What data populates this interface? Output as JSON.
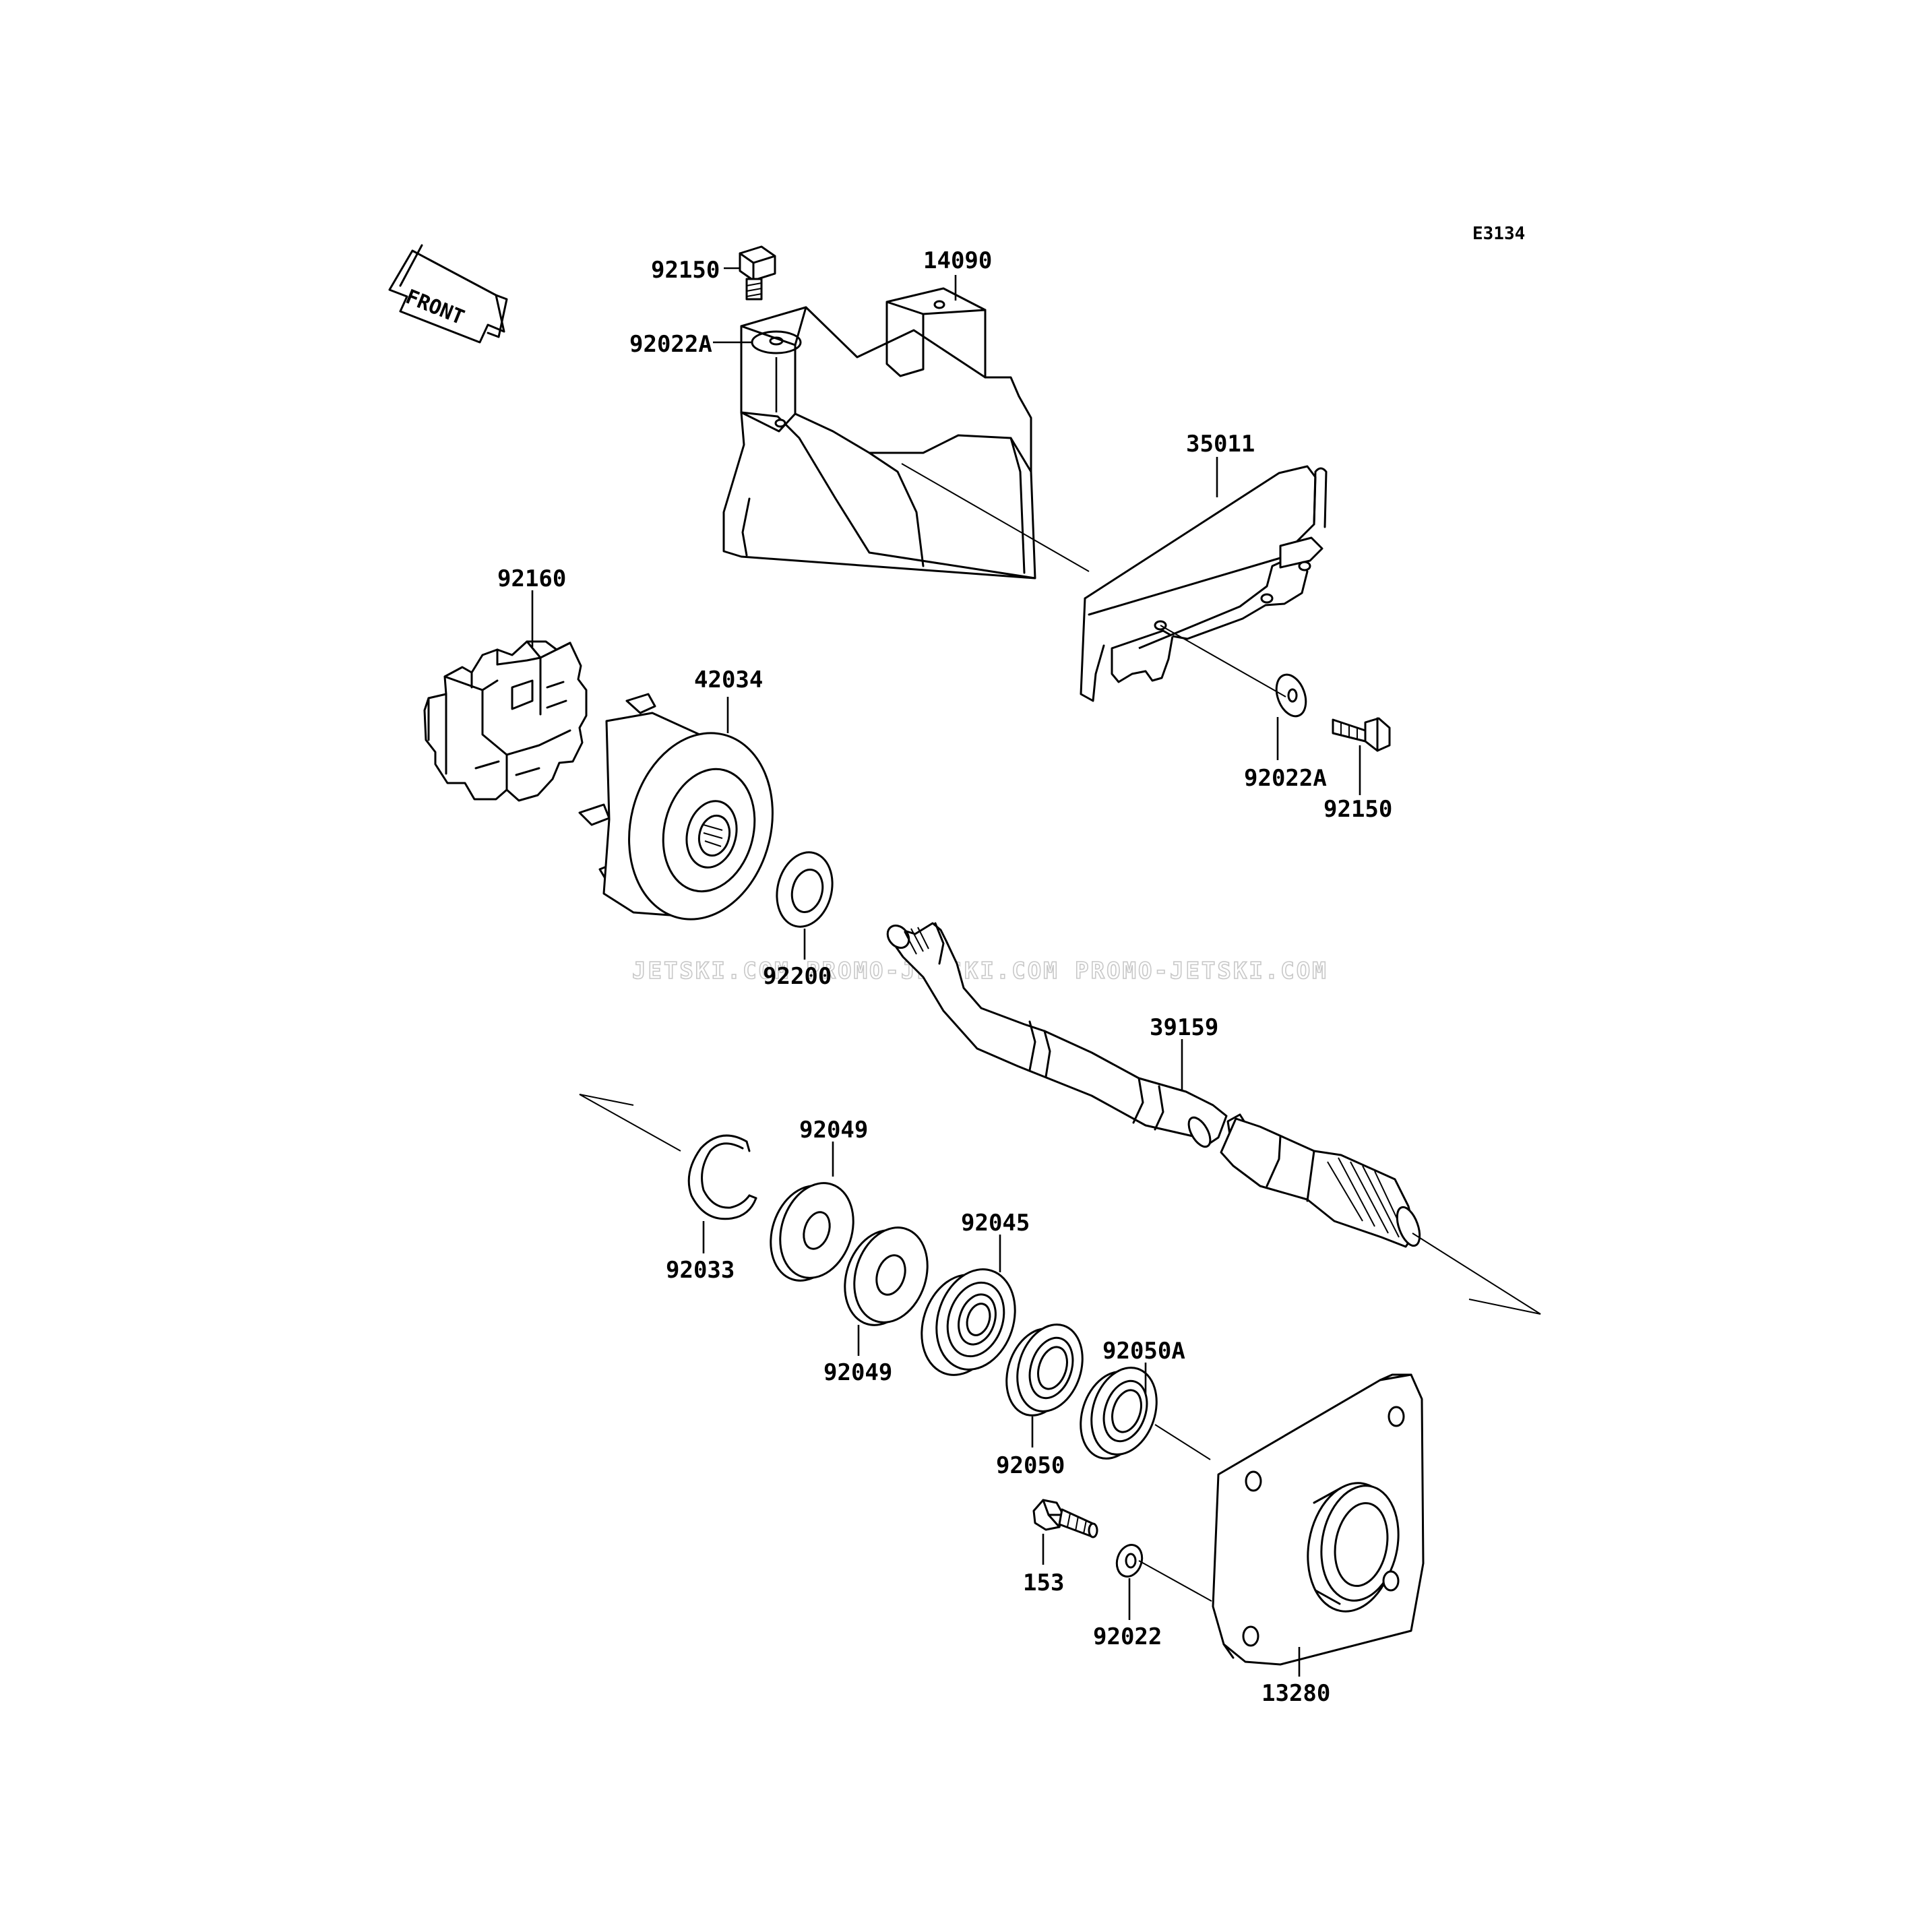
{
  "diagram_code": "E3134",
  "front_arrow_label": "FRONT",
  "watermark": "JETSKI.COM  PROMO-JETSKI.COM  PROMO-JETSKI.COM",
  "parts": {
    "bolt_top": "92150",
    "washer_top": "92022A",
    "cover": "14090",
    "bracket": "35011",
    "washer_right": "92022A",
    "bolt_right": "92150",
    "damper": "92160",
    "coupling": "42034",
    "collar": "92200",
    "drive_shaft": "39159",
    "circlip": "92033",
    "shim_upper": "92049",
    "shim_lower": "92049",
    "ball_bearing": "92045",
    "oil_seal": "92050",
    "oil_seal_a": "92050A",
    "grease_nipple": "153",
    "washer_housing": "92022",
    "bearing_housing": "13280"
  }
}
